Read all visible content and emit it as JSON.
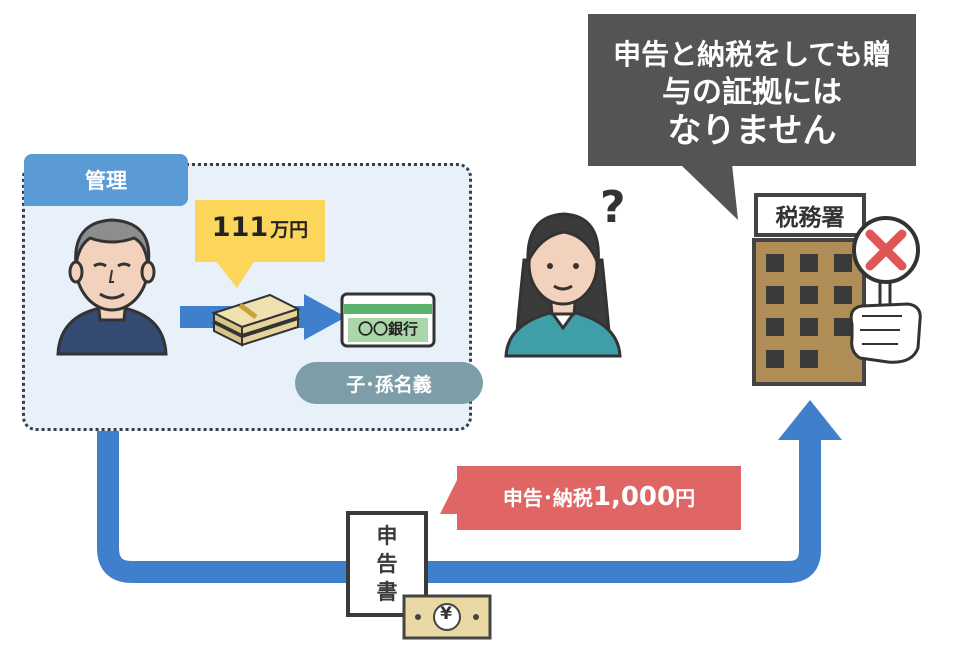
{
  "manage_tag": "管理",
  "amount": {
    "number": "111",
    "unit": "万円"
  },
  "bank_card": "〇〇銀行",
  "name_pill": "子･孫名義",
  "callout": {
    "line1": "申告と納税をしても贈",
    "line2": "与の証拠には",
    "line3": "なりません"
  },
  "tax_office": "税務署",
  "tax_label": {
    "text": "申告･納税",
    "number": "1,000",
    "unit": "円"
  },
  "document": {
    "c1": "申",
    "c2": "告",
    "c3": "書"
  },
  "question_mark": "?",
  "yen_mark": "¥",
  "colors": {
    "blue_arrow": "#3f7fcc",
    "zone_bg": "#e8f1fa",
    "tag_blue": "#5b9bd5",
    "yellow": "#fbd65a",
    "red_label": "#e06666",
    "callout_gray": "#545454",
    "building_brown": "#b08d57",
    "teal_pill": "#7d9ea8"
  }
}
